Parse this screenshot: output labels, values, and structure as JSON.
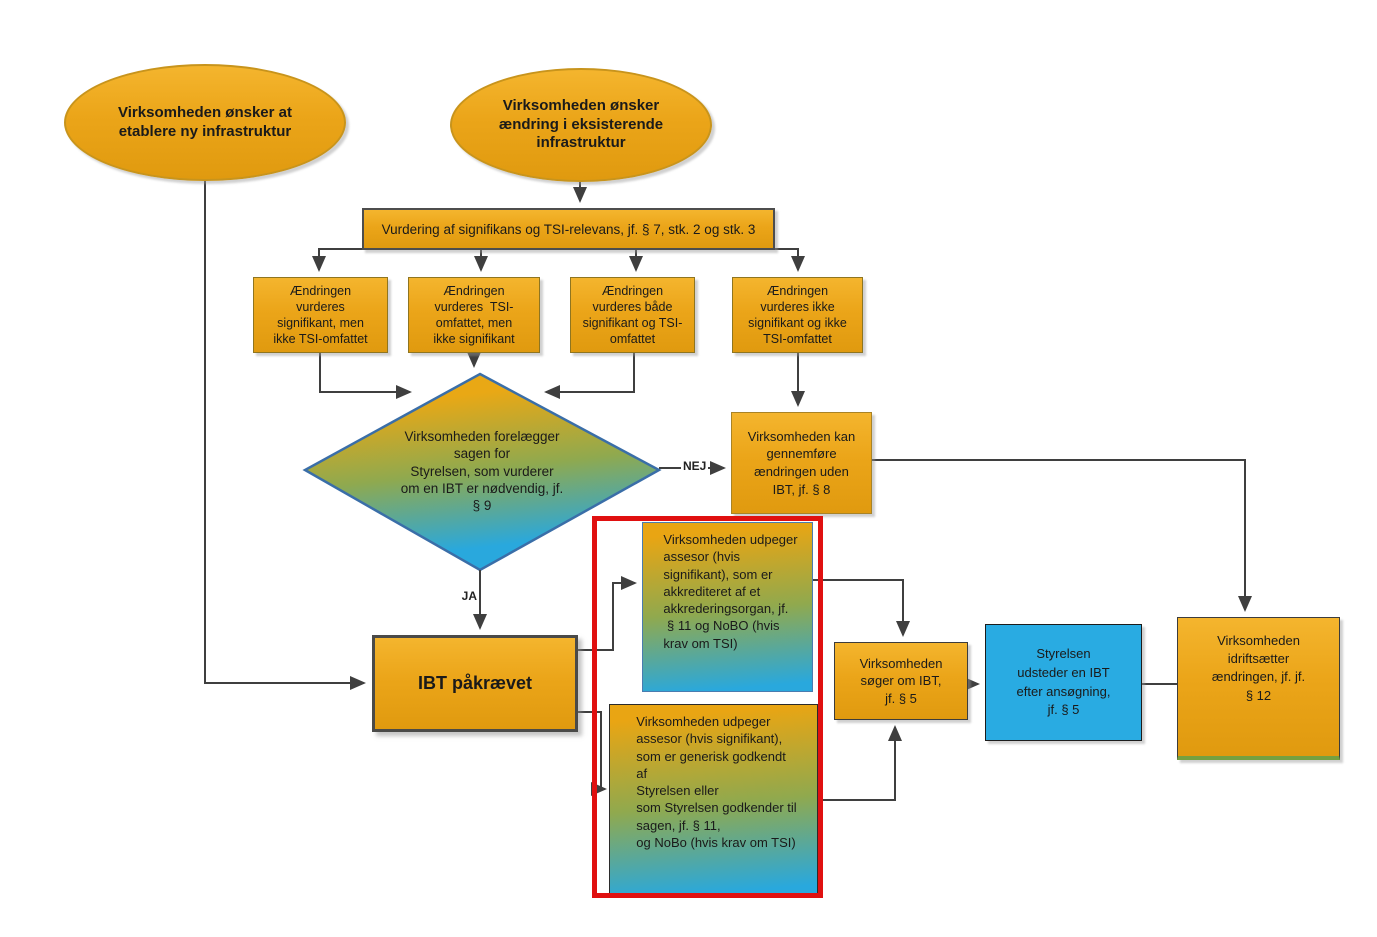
{
  "diagram": {
    "title": "IBT flowchart (infrastruktur)",
    "colors": {
      "node_gold": "#EBA519",
      "node_blue": "#29ABE2",
      "gradient_top": "#E9A513",
      "gradient_bottom": "#29A8DD",
      "diamond_border": "#3A6EA8",
      "red_outline": "#E01010",
      "green_bottom_edge": "#75A040",
      "arrow": "#3F3F3F",
      "background": "#FFFFFF"
    },
    "labels": {
      "yes": "JA",
      "no": "NEJ"
    },
    "nodes": {
      "start_new": {
        "label": "Virksomheden ønsker at\netablere ny infrastruktur"
      },
      "start_change": {
        "label": "Virksomheden ønsker\nændring i eksisterende\ninfrastruktur"
      },
      "assessment": {
        "label": "Vurdering af signifikans og TSI-relevans, jf. § 7, stk. 2 og stk. 3"
      },
      "case_significant_not_tsi": {
        "label": "Ændringen\nvurderes\nsignifikant, men\nikke TSI-omfattet"
      },
      "case_tsi_not_significant": {
        "label": "Ændringen\nvurderes  TSI-\nomfattet, men\nikke signifikant"
      },
      "case_both": {
        "label": "Ændringen\nvurderes både\nsignifikant og TSI-\nomfattet"
      },
      "case_neither": {
        "label": "Ændringen\nvurderes ikke\nsignifikant og ikke\nTSI-omfattet"
      },
      "decision": {
        "label": "Virksomheden forelægger\nsagen for\nStyrelsen, som vurderer\nom en IBT er nødvendig, jf.\n§ 9"
      },
      "no_ibt_needed": {
        "label": "Virksomheden kan\ngennemføre\nændringen uden\nIBT, jf. § 8"
      },
      "ibt_required": {
        "label": "IBT påkrævet"
      },
      "assessor_accredited": {
        "label": "Virksomheden udpeger\nassesor (hvis\nsignifikant), som er\nakkrediteret af et\nakkrederingsorgan, jf.\n § 11 og NoBO (hvis\nkrav om TSI)"
      },
      "assessor_approved": {
        "label": "Virksomheden udpeger\nassesor (hvis signifikant),\nsom er generisk godkendt\naf\nStyrelsen eller\nsom Styrelsen godkender til\nsagen, jf. § 11,\nog NoBo (hvis krav om TSI)"
      },
      "apply_for_ibt": {
        "label": "Virksomheden\nsøger om IBT,\njf. § 5"
      },
      "issue_ibt": {
        "label": "Styrelsen\nudsteder en IBT\nefter ansøgning,\njf. § 5"
      },
      "commission_change": {
        "label": "Virksomheden\nidriftsætter\nændringen, jf. jf.\n§ 12"
      }
    }
  }
}
